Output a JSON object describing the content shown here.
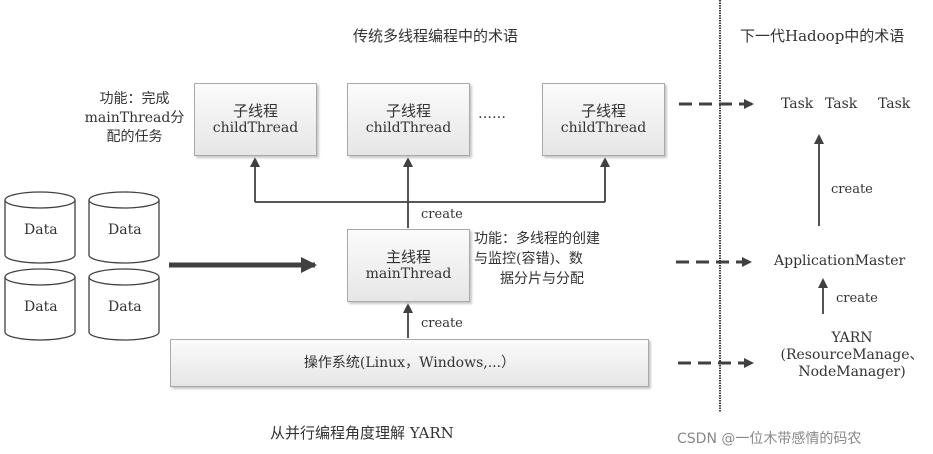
{
  "titles": {
    "traditional": "传统多线程编程中的术语",
    "hadoop": "下一代Hadoop中的术语",
    "caption": "从并行编程角度理解 YARN"
  },
  "child_threads": [
    {
      "cn": "子线程",
      "en": "childThread"
    },
    {
      "cn": "子线程",
      "en": "childThread"
    },
    {
      "cn": "子线程",
      "en": "childThread"
    }
  ],
  "ellipsis": "……",
  "child_note": [
    "功能：完成",
    "mainThread分",
    "配的任务"
  ],
  "main_thread": {
    "cn": "主线程",
    "en": "mainThread"
  },
  "main_note": [
    "功能：多线程的创建",
    "与监控(容错)、数",
    "据分片与分配"
  ],
  "os_box": "操作系统(Linux，Windows,...）",
  "create_label": "create",
  "data_stores": [
    "Data",
    "Data",
    "Data",
    "Data"
  ],
  "hadoop": {
    "tasks": [
      "Task",
      "Task",
      "Task"
    ],
    "application_master": "ApplicationMaster",
    "yarn": [
      "YARN",
      "(ResourceManage、",
      "NodeManager)"
    ],
    "create_label": "create"
  },
  "watermark": "CSDN @一位木带感情的码农",
  "colors": {
    "line": "#404040",
    "box_fill_top": "#fbfbfb",
    "box_fill_bottom": "#e6e6e6",
    "box_border": "#a8a8a8"
  }
}
